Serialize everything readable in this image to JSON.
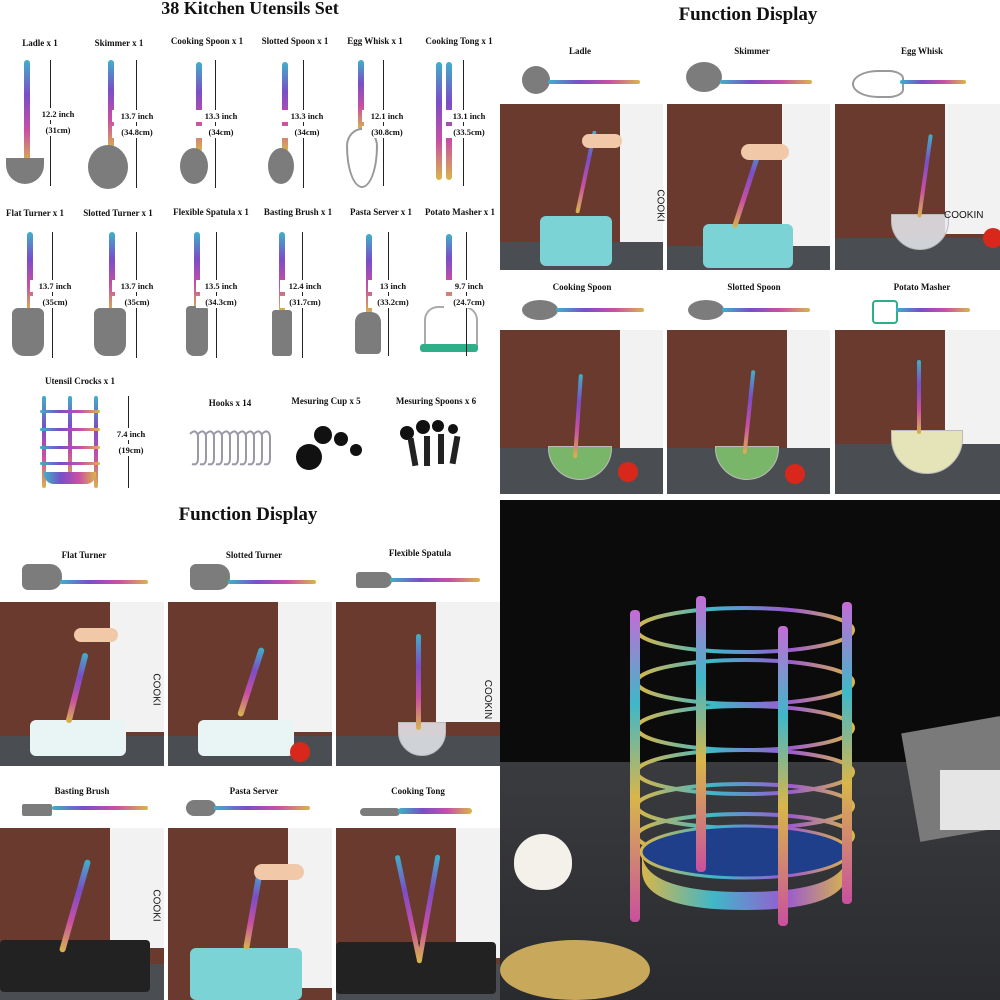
{
  "set_title": "38 Kitchen Utensils Set",
  "function_display_right": "Function Display",
  "function_display_left": "Function Display",
  "utensils": [
    {
      "label": "Ladle x 1",
      "len_in": "12.2 inch",
      "len_cm": "(31cm)"
    },
    {
      "label": "Skimmer x 1",
      "len_in": "13.7 inch",
      "len_cm": "(34.8cm)"
    },
    {
      "label": "Cooking Spoon x 1",
      "len_in": "13.3 inch",
      "len_cm": "(34cm)"
    },
    {
      "label": "Slotted Spoon x 1",
      "len_in": "13.3 inch",
      "len_cm": "(34cm)"
    },
    {
      "label": "Egg Whisk x 1",
      "len_in": "12.1 inch",
      "len_cm": "(30.8cm)"
    },
    {
      "label": "Cooking Tong x 1",
      "len_in": "13.1 inch",
      "len_cm": "(33.5cm)"
    },
    {
      "label": "Flat Turner x 1",
      "len_in": "13.7 inch",
      "len_cm": "(35cm)"
    },
    {
      "label": "Slotted Turner x 1",
      "len_in": "13.7 inch",
      "len_cm": "(35cm)"
    },
    {
      "label": "Flexible Spatula x 1",
      "len_in": "13.5 inch",
      "len_cm": "(34.3cm)"
    },
    {
      "label": "Basting Brush x 1",
      "len_in": "12.4 inch",
      "len_cm": "(31.7cm)"
    },
    {
      "label": "Pasta Server x 1",
      "len_in": "13 inch",
      "len_cm": "(33.2cm)"
    },
    {
      "label": "Potato Masher x 1",
      "len_in": "9.7 inch",
      "len_cm": "(24.7cm)"
    }
  ],
  "crock": {
    "label": "Utensil Crocks x 1",
    "len_in": "7.4 inch",
    "len_cm": "(19cm)"
  },
  "extras": [
    "Hooks x 14",
    "Mesuring Cup x 5",
    "Mesuring Spoons x 6"
  ],
  "display_right": [
    "Ladle",
    "Skimmer",
    "Egg Whisk",
    "Cooking Spoon",
    "Slotted Spoon",
    "Potato Masher"
  ],
  "display_left": [
    "Flat Turner",
    "Slotted Turner",
    "Flexible Spatula",
    "Basting Brush",
    "Pasta Server",
    "Cooking Tong"
  ],
  "apron_text": [
    "COOKI",
    "COOKIN",
    "COOKI",
    "COOKIN",
    "COOKI"
  ],
  "colors": {
    "brown_wall": "#6b3a2f",
    "counter": "#4a4d52",
    "pot": "#7cd3d6",
    "dark_bg": "#0b0b0c"
  }
}
